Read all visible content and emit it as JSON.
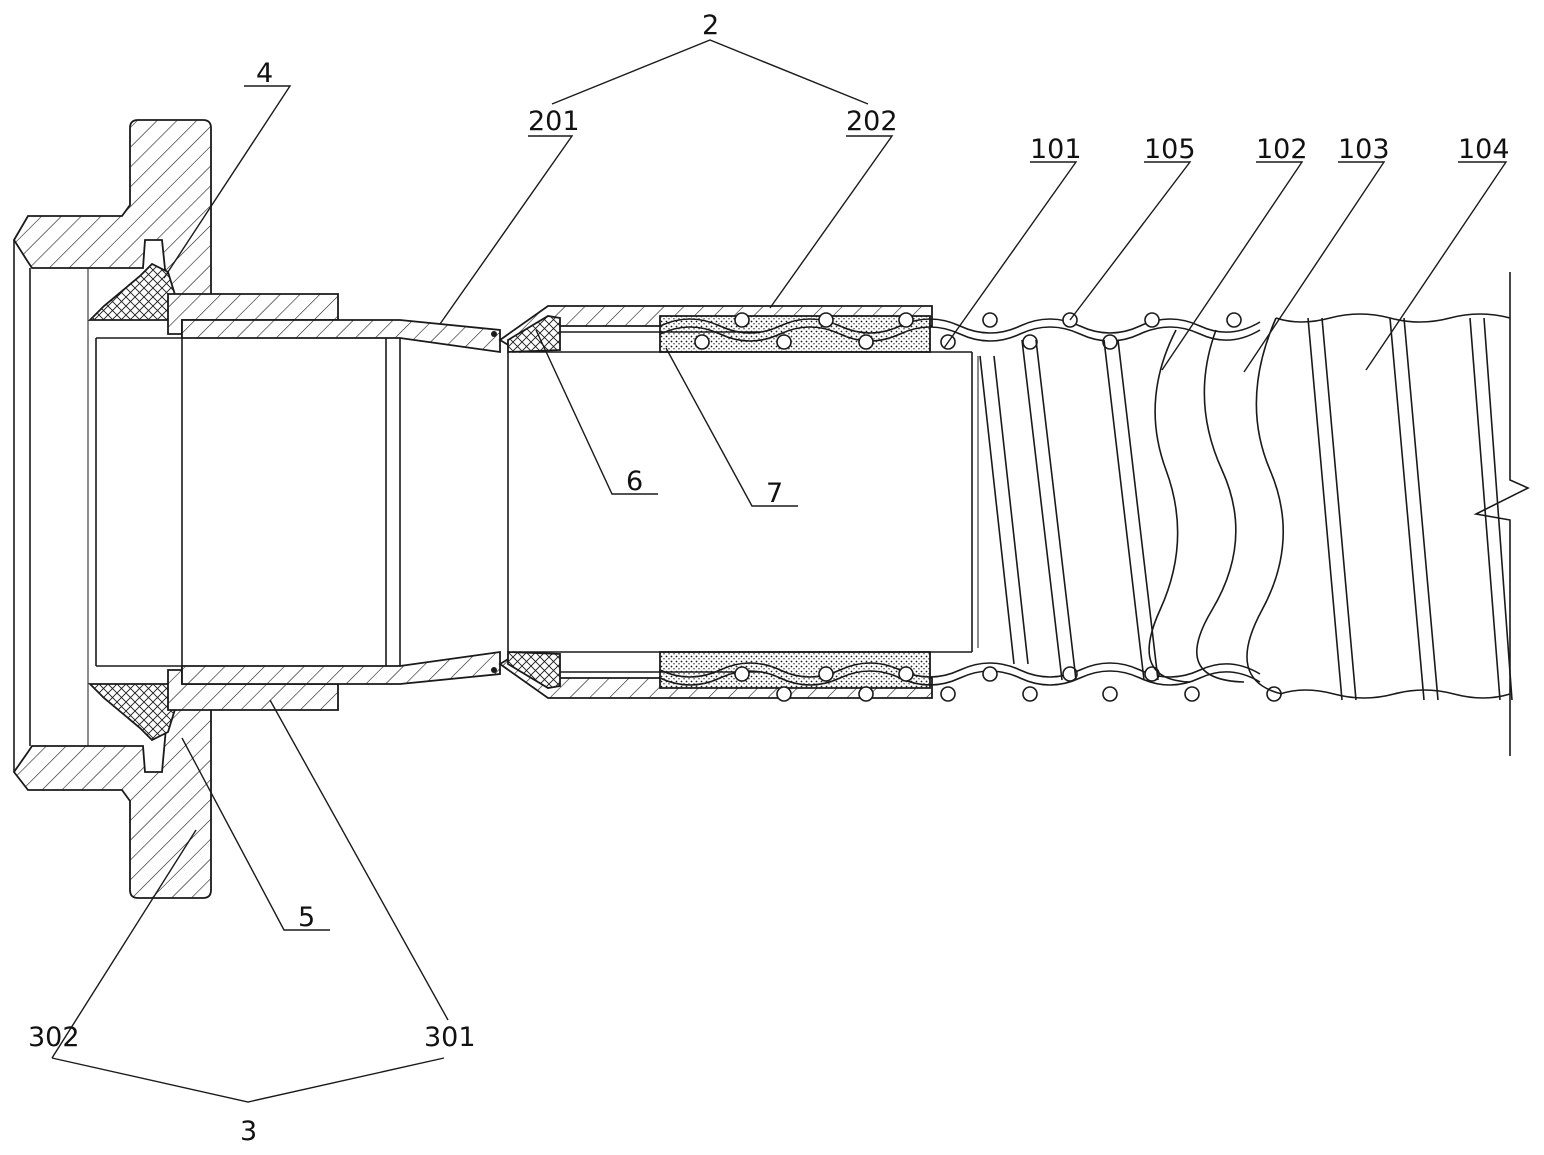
{
  "colors": {
    "line": "#1a1a1a",
    "background": "#ffffff"
  },
  "labels": {
    "l2": "2",
    "l201": "201",
    "l202": "202",
    "l101": "101",
    "l105": "105",
    "l102": "102",
    "l103": "103",
    "l104": "104",
    "l4": "4",
    "l6": "6",
    "l7": "7",
    "l5": "5",
    "l302": "302",
    "l301": "301",
    "l3": "3"
  }
}
